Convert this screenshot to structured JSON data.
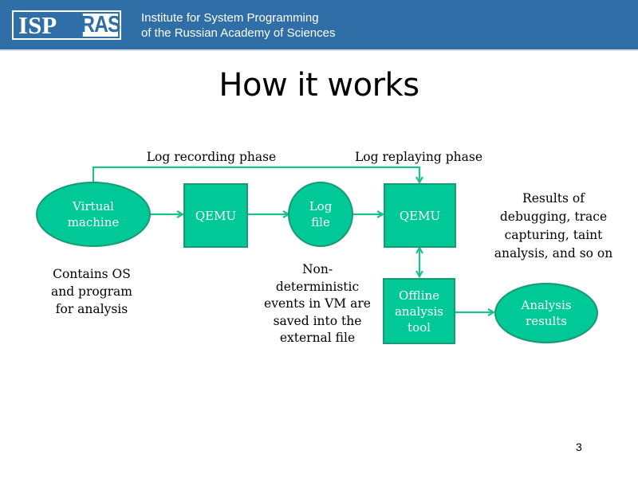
{
  "header": {
    "logo_isp": "ISP",
    "logo_ras": "RAS",
    "institute_line1": "Institute for System Programming",
    "institute_line2": "of the Russian Academy of Sciences",
    "background_color": "#2f6ea6"
  },
  "slide": {
    "title": "How it works",
    "page_number": "3"
  },
  "diagram": {
    "accent_color": "#00c896",
    "border_color": "#1a9a73",
    "phases": {
      "recording": "Log recording phase",
      "replaying": "Log replaying phase"
    },
    "nodes": {
      "virtual_machine": {
        "line1": "Virtual",
        "line2": "machine",
        "shape": "ellipse"
      },
      "qemu_record": {
        "label": "QEMU",
        "shape": "rectangle"
      },
      "log_file": {
        "line1": "Log",
        "line2": "file",
        "shape": "ellipse"
      },
      "qemu_replay": {
        "label": "QEMU",
        "shape": "rectangle"
      },
      "offline_tool": {
        "line1": "Offline",
        "line2": "analysis",
        "line3": "tool",
        "shape": "rectangle"
      },
      "analysis_results": {
        "line1": "Analysis",
        "line2": "results",
        "shape": "ellipse"
      }
    },
    "annotations": {
      "vm_note": [
        "Contains OS",
        "and program",
        "for analysis"
      ],
      "log_note": [
        "Non-",
        "deterministic",
        "events in VM are",
        "saved into the",
        "external file"
      ],
      "results_note": [
        "Results of",
        "debugging, trace",
        "capturing, taint",
        "analysis, and so on"
      ]
    }
  }
}
